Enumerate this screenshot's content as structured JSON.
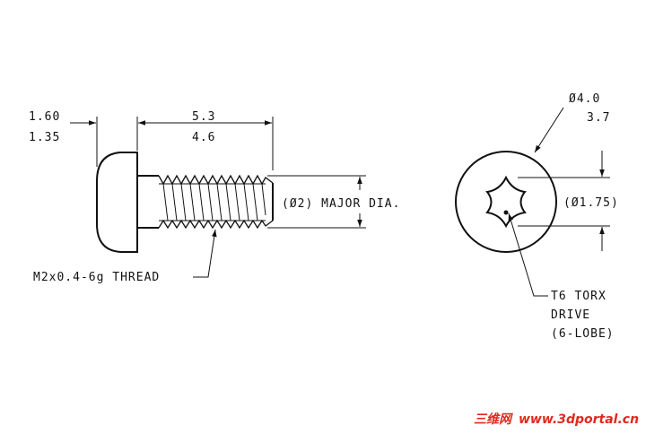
{
  "side_view": {
    "head_height_max": "1.60",
    "head_height_min": "1.35",
    "length_max": "5.3",
    "length_min": "4.6",
    "major_dia": "(Ø2) MAJOR DIA.",
    "thread_spec": "M2x0.4-6g THREAD"
  },
  "end_view": {
    "head_dia_max": "Ø4.0",
    "head_dia_min": "3.7",
    "drive_dia": "(Ø1.75)",
    "drive_line1": "T6 TORX",
    "drive_line2": "DRIVE",
    "drive_line3": "(6-LOBE)"
  },
  "watermark": {
    "text_cn": "三维网",
    "url": "www.3dportal.cn"
  }
}
